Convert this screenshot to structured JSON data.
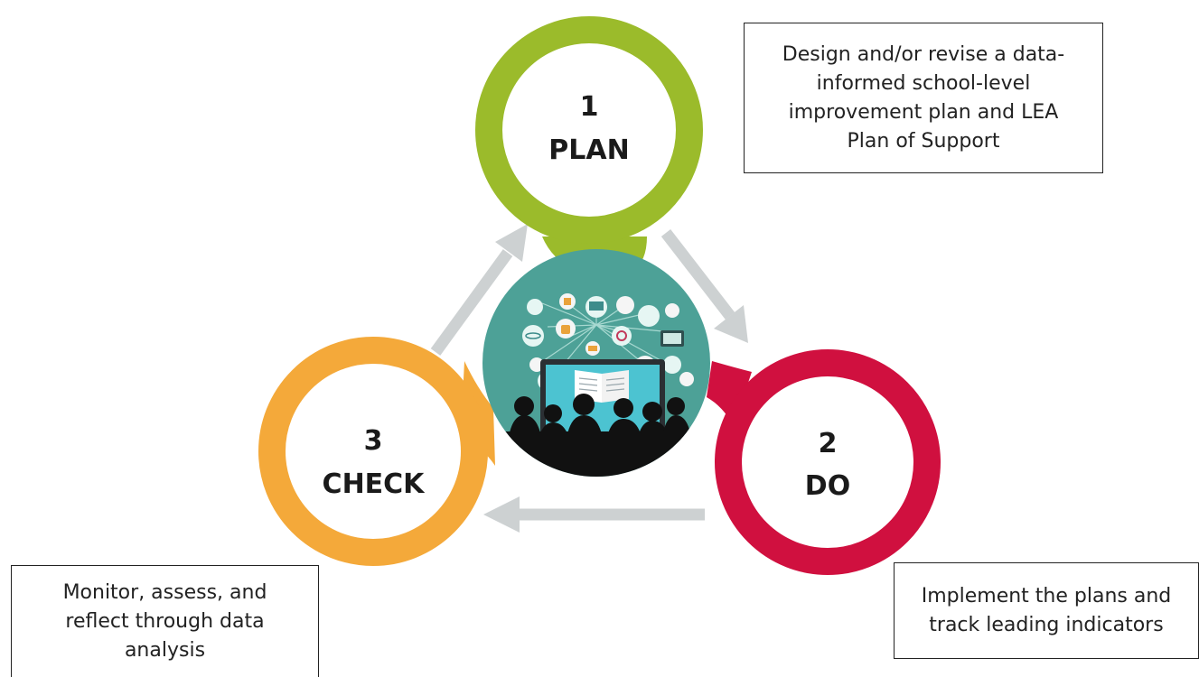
{
  "colors": {
    "plan": "#9bbb2b",
    "do": "#d0103f",
    "check": "#f4a93a",
    "center": "#4da197",
    "center_light": "#6fc0b4",
    "arrow": "#cdd1d2",
    "silhouette": "#111111"
  },
  "nodes": {
    "plan": {
      "number": "1",
      "label": "PLAN"
    },
    "do": {
      "number": "2",
      "label": "DO"
    },
    "check": {
      "number": "3",
      "label": "CHECK"
    }
  },
  "descriptions": {
    "plan": {
      "lines": [
        "Design and/or revise a data-",
        "informed school-level",
        "improvement plan and LEA",
        "Plan of Support"
      ]
    },
    "do": {
      "lines": [
        "Implement the plans and",
        "track leading indicators"
      ]
    },
    "check": {
      "lines": [
        "Monitor, assess, and",
        "reflect through data",
        "analysis"
      ]
    }
  },
  "center_image": {
    "icon": "education-technology-illustration"
  }
}
